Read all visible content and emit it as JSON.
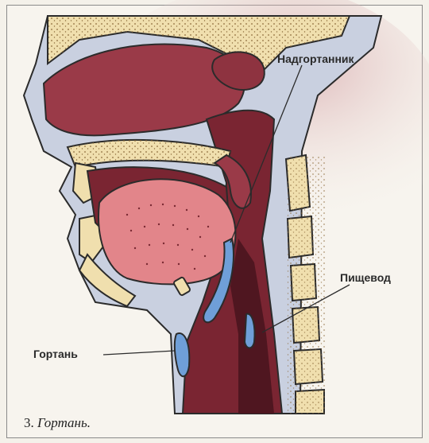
{
  "labels": {
    "epiglottis": "Надгортанник",
    "esophagus": "Пищевод",
    "larynx": "Гортань"
  },
  "caption": {
    "number": "3.",
    "text": "Гортань."
  },
  "colors": {
    "bone": "#f0dfae",
    "bone_dots": "#8c6a3a",
    "cavity": "#8e3340",
    "cavity_dark": "#5a1a22",
    "tongue": "#e2858a",
    "tissue": "#b9c3d8",
    "cartilage": "#6f9fd8",
    "outline": "#2b2b2b"
  }
}
